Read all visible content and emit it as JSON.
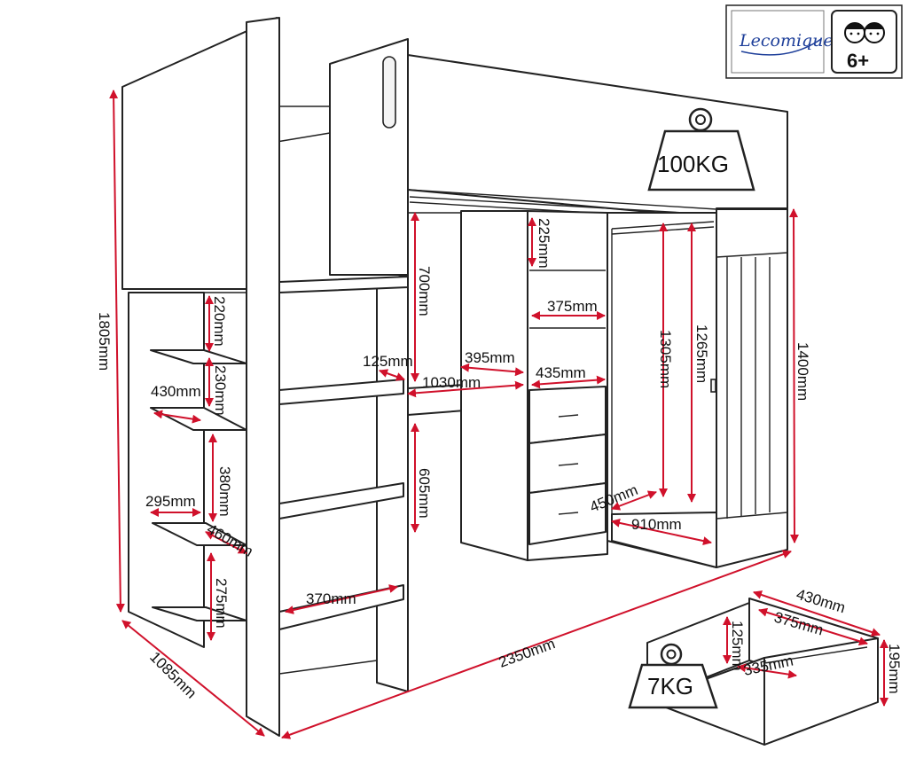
{
  "logo": {
    "brand_text": "Lecomique",
    "age_badge": "6+"
  },
  "weights": {
    "bed": "100KG",
    "drawer": "7KG"
  },
  "dimensions": {
    "total_height": "1805mm",
    "total_length": "2350mm",
    "total_depth": "1085mm",
    "wardrobe_height": "1400mm",
    "desk_upper_height": "700mm",
    "desk_lower_height": "605mm",
    "top_shelf_gap": "225mm",
    "shelf_width": "375mm",
    "desk_shelf_width": "395mm",
    "desk_edge": "125mm",
    "desk_width": "1030mm",
    "drawer_unit_width": "435mm",
    "hanging_height_1": "1305mm",
    "hanging_height_2": "1265mm",
    "wardrobe_depth": "450mm",
    "wardrobe_width": "910mm",
    "side_gap_1": "220mm",
    "side_gap_2": "230mm",
    "side_shelf_depth": "430mm",
    "side_gap_3": "380mm",
    "side_shelf_width": "295mm",
    "side_shelf_depth_2": "460mm",
    "side_gap_4": "275mm",
    "step_width": "370mm",
    "drawer_width": "430mm",
    "drawer_inner_width": "375mm",
    "drawer_inner_height": "125mm",
    "drawer_inner_depth": "335mm",
    "drawer_height": "195mm"
  }
}
